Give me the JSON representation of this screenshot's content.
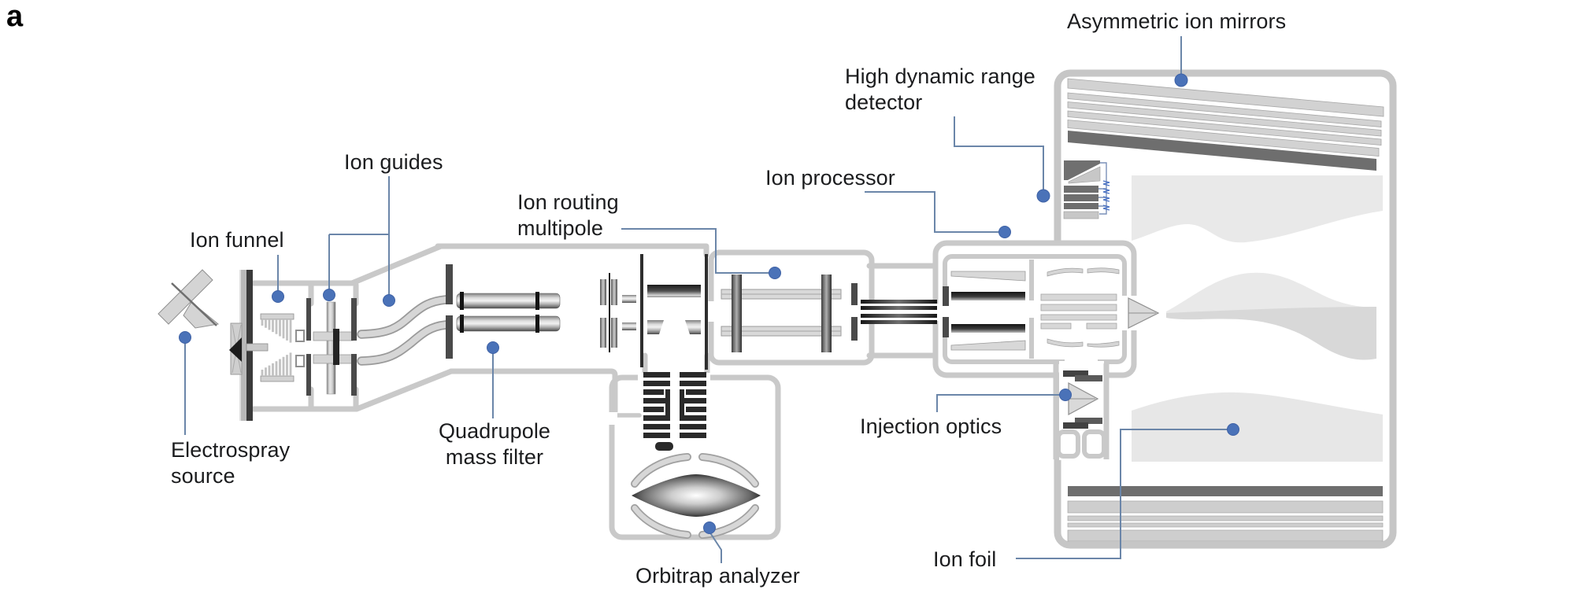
{
  "panel": {
    "tag": "a"
  },
  "labels": {
    "electrospray_source": "Electrospray\nsource",
    "ion_funnel": "Ion funnel",
    "ion_guides": "Ion guides",
    "quadrupole_mass_filter": "Quadrupole\nmass filter",
    "ion_routing_multipole": "Ion routing\nmultipole",
    "orbitrap_analyzer": "Orbitrap analyzer",
    "ion_processor": "Ion processor",
    "high_dynamic_range_detector": "High dynamic range\ndetector",
    "injection_optics": "Injection optics",
    "asymmetric_ion_mirrors": "Asymmetric ion mirrors",
    "ion_foil": "Ion foil"
  },
  "colors": {
    "callout_dot": "#4a72b8",
    "callout_line": "#6b86a9",
    "text": "#1b1c1e",
    "envelope_gray": "#c9c9c9",
    "component_light_gray": "#d5d5d5",
    "component_dark_gray": "#6e6e6e",
    "component_near_black": "#2c2c2c",
    "beam_blob_light": "#e9e9e9",
    "beam_blob_dark": "#d8d8d8",
    "background": "#ffffff"
  }
}
